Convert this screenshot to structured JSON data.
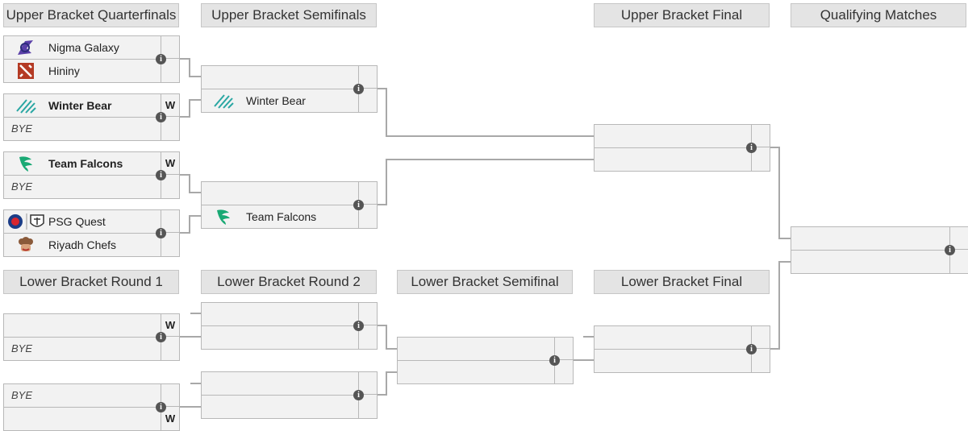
{
  "headers": {
    "ubqf": "Upper Bracket Quarterfinals",
    "ubsf": "Upper Bracket Semifinals",
    "ubf": "Upper Bracket Final",
    "qm": "Qualifying Matches",
    "lbr1": "Lower Bracket Round 1",
    "lbr2": "Lower Bracket Round 2",
    "lbsf": "Lower Bracket Semifinal",
    "lbf": "Lower Bracket Final"
  },
  "info_glyph": "i",
  "qf1": {
    "team1": "Nigma Galaxy",
    "team2": "Hininy",
    "icon1": "nigma-galaxy-logo-icon",
    "icon2": "dota2-logo-icon"
  },
  "qf2": {
    "team1": "Winter Bear",
    "score1": "W",
    "team2": "BYE",
    "icon1": "winter-bear-logo-icon"
  },
  "qf3": {
    "team1": "Team Falcons",
    "score1": "W",
    "team2": "BYE",
    "icon1": "team-falcons-logo-icon"
  },
  "qf4": {
    "team1": "PSG Quest",
    "team2": "Riyadh Chefs",
    "icon1": "psg-quest-logo-icon",
    "icon2": "riyadh-chefs-logo-icon"
  },
  "sf1": {
    "team2": "Winter Bear",
    "icon2": "winter-bear-logo-icon"
  },
  "sf2": {
    "team2": "Team Falcons",
    "icon2": "team-falcons-logo-icon"
  },
  "lr1a": {
    "score1": "W",
    "team2": "BYE"
  },
  "lr1b": {
    "team1": "BYE",
    "score2": "W"
  },
  "colors": {
    "header_bg": "#e4e4e4",
    "match_bg": "#f2f2f2",
    "line": "#a8a8a8",
    "falcons": "#19a974",
    "winter_bear": "#2aa7a3"
  }
}
